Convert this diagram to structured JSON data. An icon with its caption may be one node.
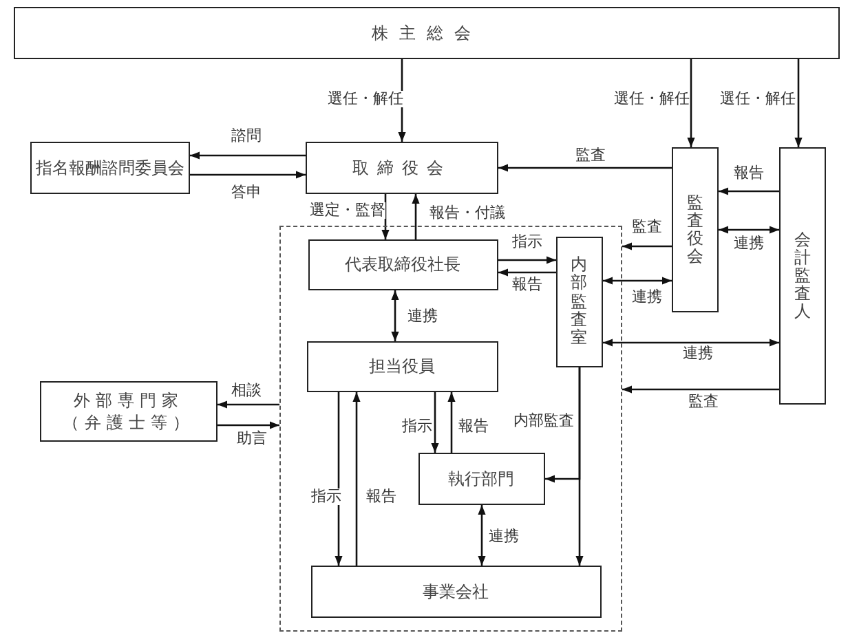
{
  "diagram": {
    "nodes": [
      {
        "text": [
          "株主総会"
        ]
      },
      {
        "text": [
          "指名報酬諮問委員会"
        ]
      },
      {
        "text": [
          "取締役会"
        ]
      },
      {
        "text": [],
        "shape": "box"
      },
      {
        "text": [
          "代表取締役社長"
        ],
        "in": 3
      },
      {
        "text": [
          "内部監査室"
        ],
        "in": 3
      },
      {
        "text": [
          "担当役員"
        ],
        "in": 3
      },
      {
        "text": [
          "執行部門"
        ],
        "in": 3
      },
      {
        "text": [
          "事業会社"
        ],
        "in": 3
      },
      {
        "text": [
          "外部専門家（弁護士等）"
        ]
      },
      {
        "text": [
          "監査役会"
        ]
      },
      {
        "text": [
          "会計監査人"
        ]
      }
    ],
    "edges": [
      {
        "from": 0,
        "to": 2,
        "arrow": "to",
        "label": "選任・解任"
      },
      {
        "from": 0,
        "to": 10,
        "arrow": "to",
        "label": "選任・解任"
      },
      {
        "from": 0,
        "to": 11,
        "arrow": "to",
        "label": "選任・解任"
      },
      {
        "from": 2,
        "to": 1,
        "arrow": "to",
        "label": "諮問"
      },
      {
        "from": 1,
        "to": 2,
        "arrow": "to",
        "label": "答申"
      },
      {
        "from": 10,
        "to": 2,
        "arrow": "to",
        "label": "監査"
      },
      {
        "from": 2,
        "to": 4,
        "arrow": "to",
        "label": "選定・監督"
      },
      {
        "from": 4,
        "to": 2,
        "arrow": "to",
        "label": "報告・付議"
      },
      {
        "from": 11,
        "to": 10,
        "arrow": "to",
        "label": "報告"
      },
      {
        "from": 10,
        "to": 11,
        "arrow": "both",
        "label": "連携"
      },
      {
        "from": 10,
        "to": 3,
        "arrow": "to",
        "label": "監査"
      },
      {
        "from": 4,
        "to": 5,
        "arrow": "to",
        "label": "指示"
      },
      {
        "from": 5,
        "to": 4,
        "arrow": "to",
        "label": "報告"
      },
      {
        "from": 5,
        "to": 10,
        "arrow": "both",
        "label": "連携"
      },
      {
        "from": 4,
        "to": 6,
        "arrow": "both",
        "label": "連携"
      },
      {
        "from": 5,
        "to": 11,
        "arrow": "both",
        "label": "連携"
      },
      {
        "from": 11,
        "to": 3,
        "arrow": "to",
        "label": "監査"
      },
      {
        "from": 3,
        "to": 9,
        "arrow": "to",
        "label": "相談"
      },
      {
        "from": 9,
        "to": 3,
        "arrow": "to",
        "label": "助言"
      },
      {
        "from": 6,
        "to": 7,
        "arrow": "to",
        "label": "指示"
      },
      {
        "from": 7,
        "to": 6,
        "arrow": "to",
        "label": "報告"
      },
      {
        "from": 6,
        "to": 8,
        "arrow": "to",
        "label": "指示"
      },
      {
        "from": 8,
        "to": 6,
        "arrow": "to",
        "label": "報告"
      },
      {
        "from": 5,
        "to": 7,
        "arrow": "to"
      },
      {
        "from": 5,
        "to": 8,
        "arrow": "to",
        "label": "内部監査"
      },
      {
        "from": 7,
        "to": 8,
        "arrow": "both",
        "label": "連携"
      }
    ]
  }
}
